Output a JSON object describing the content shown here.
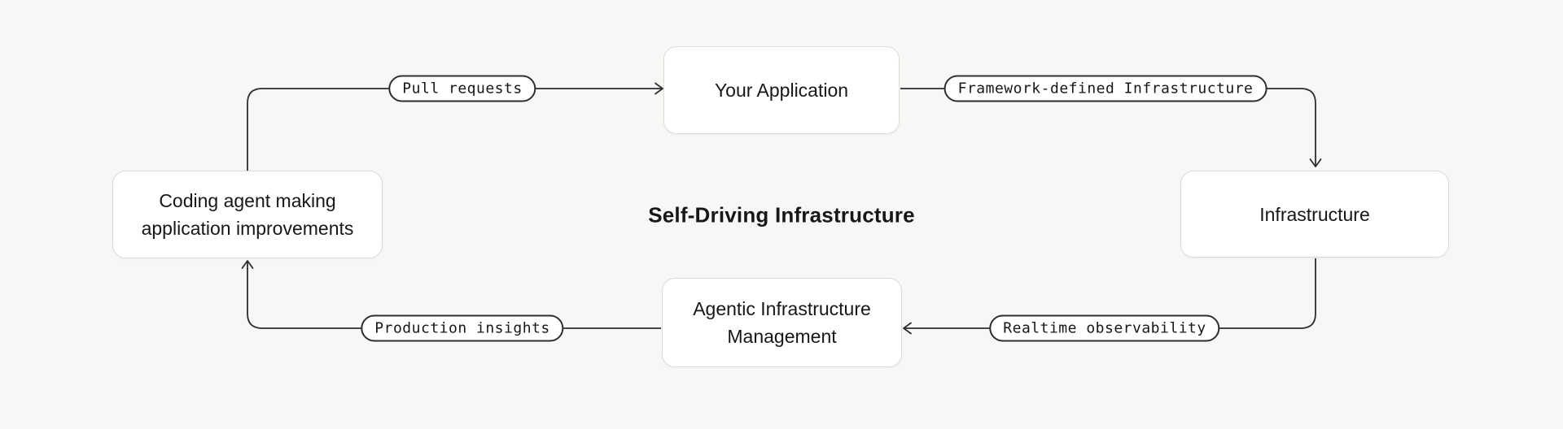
{
  "title": "Self-Driving Infrastructure",
  "colors": {
    "bg": "#f7f7f5",
    "nodeBg": "#ffffff",
    "nodeBorder": "#dcdcd9",
    "line": "#2e2e2e",
    "text": "#171717"
  },
  "nodes": {
    "coding_agent": {
      "label": "Coding agent making application improvements"
    },
    "application": {
      "label": "Your Application"
    },
    "infrastructure": {
      "label": "Infrastructure"
    },
    "agentic_management": {
      "label": "Agentic Infrastructure Management"
    }
  },
  "edges": {
    "pull_requests": {
      "label": "Pull requests",
      "from": "coding_agent",
      "to": "application"
    },
    "framework_defined": {
      "label": "Framework-defined Infrastructure",
      "from": "application",
      "to": "infrastructure"
    },
    "realtime_observability": {
      "label": "Realtime observability",
      "from": "infrastructure",
      "to": "agentic_management"
    },
    "production_insights": {
      "label": "Production insights",
      "from": "agentic_management",
      "to": "coding_agent"
    }
  }
}
